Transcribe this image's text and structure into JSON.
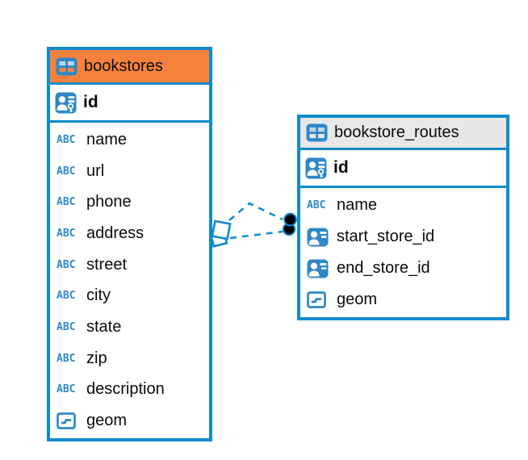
{
  "colors": {
    "table_border": "#0f8bcd",
    "bookstores_header": "#f6813d",
    "routes_header": "#e7e7e7",
    "icon_blue": "#2e87c7",
    "icon_cell_light": "#bdd7ef",
    "connector": "#0f8bcd",
    "dot_fill": "#000000"
  },
  "type_icons": {
    "text_label": "ABC"
  },
  "tables": [
    {
      "name": "bookstores",
      "header_style": "orange",
      "primary_key": {
        "name": "id",
        "icon": "primary-key-icon"
      },
      "columns": [
        {
          "name": "name",
          "icon": "text"
        },
        {
          "name": "url",
          "icon": "text"
        },
        {
          "name": "phone",
          "icon": "text"
        },
        {
          "name": "address",
          "icon": "text"
        },
        {
          "name": "street",
          "icon": "text"
        },
        {
          "name": "city",
          "icon": "text"
        },
        {
          "name": "state",
          "icon": "text"
        },
        {
          "name": "zip",
          "icon": "text"
        },
        {
          "name": "description",
          "icon": "text"
        },
        {
          "name": "geom",
          "icon": "geometry"
        }
      ]
    },
    {
      "name": "bookstore_routes",
      "header_style": "gray",
      "primary_key": {
        "name": "id",
        "icon": "primary-key-icon"
      },
      "columns": [
        {
          "name": "name",
          "icon": "text"
        },
        {
          "name": "start_store_id",
          "icon": "foreign-key"
        },
        {
          "name": "end_store_id",
          "icon": "foreign-key"
        },
        {
          "name": "geom",
          "icon": "geometry"
        }
      ]
    }
  ],
  "relationships": [
    {
      "from_table": "bookstores",
      "to_table": "bookstore_routes",
      "style": "dashed"
    },
    {
      "from_table": "bookstores",
      "to_table": "bookstore_routes",
      "style": "dashed"
    }
  ]
}
